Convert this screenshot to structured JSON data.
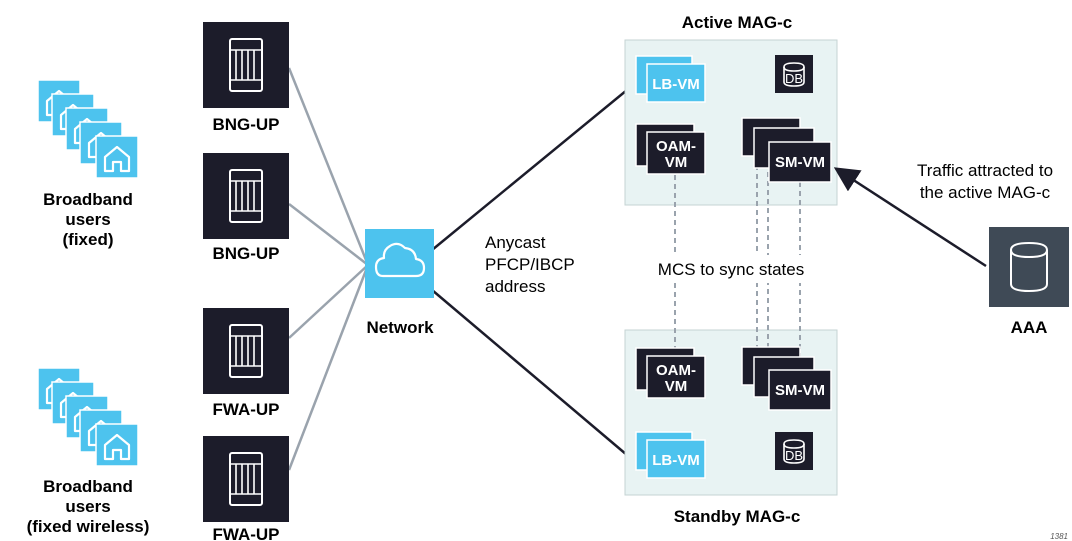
{
  "users": {
    "fixed": {
      "line1": "Broadband",
      "line2": "users",
      "line3": "(fixed)"
    },
    "wireless": {
      "line1": "Broadband",
      "line2": "users",
      "line3": "(fixed wireless)"
    }
  },
  "up_nodes": [
    {
      "label": "BNG-UP"
    },
    {
      "label": "BNG-UP"
    },
    {
      "label": "FWA-UP"
    },
    {
      "label": "FWA-UP"
    }
  ],
  "network": {
    "label": "Network"
  },
  "anycast": {
    "line1": "Anycast",
    "line2": "PFCP/IBCP",
    "line3": "address"
  },
  "active": {
    "title": "Active MAG-c",
    "lb": "LB-VM",
    "db": "DB",
    "oam_line1": "OAM-",
    "oam_line2": "VM",
    "sm": "SM-VM"
  },
  "standby": {
    "title": "Standby MAG-c",
    "lb": "LB-VM",
    "db": "DB",
    "oam_line1": "OAM-",
    "oam_line2": "VM",
    "sm": "SM-VM"
  },
  "mcs": {
    "label": "MCS to sync states"
  },
  "traffic": {
    "line1": "Traffic attracted to",
    "line2": "the active MAG-c"
  },
  "aaa": {
    "label": "AAA"
  },
  "figure_id": "1381"
}
